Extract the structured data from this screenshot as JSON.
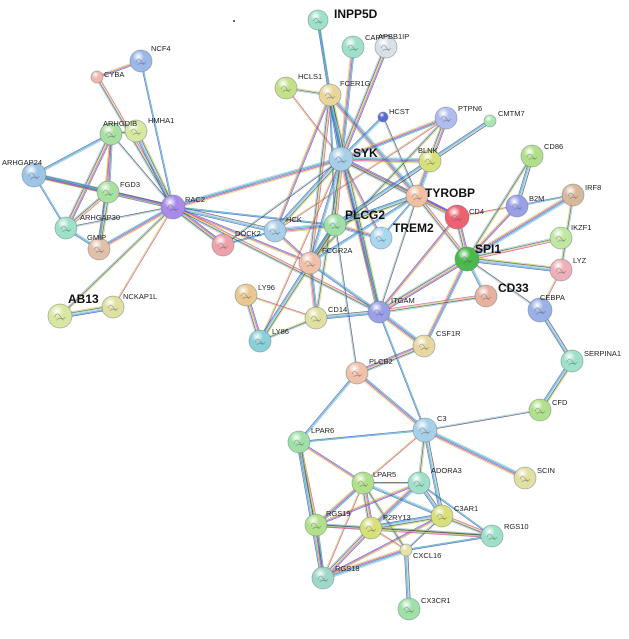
{
  "caption": "",
  "palette": {
    "edge_colors": [
      "#2aa7a7",
      "#3b55d1",
      "#e23b8b",
      "#b9d44a",
      "#4a4a4a",
      "#8cc0e6"
    ],
    "emphasis_label": "#111111"
  },
  "nodes": [
    {
      "id": "INPP5D",
      "label": "INPP5D",
      "bold": true,
      "color": "#9fe0c8"
    },
    {
      "id": "CARD9",
      "label": "CARD9",
      "bold": false,
      "color": "#9fe0c8"
    },
    {
      "id": "APBB1IP",
      "label": "APBB1IP",
      "bold": false,
      "color": "#d9e0e8"
    },
    {
      "id": "NCF4",
      "label": "NCF4",
      "bold": false,
      "color": "#9cb8e8"
    },
    {
      "id": "CYBA",
      "label": "CYBA",
      "bold": false,
      "color": "#f2b8b0"
    },
    {
      "id": "HCLS1",
      "label": "HCLS1",
      "bold": false,
      "color": "#c6e08a"
    },
    {
      "id": "FCER1G",
      "label": "FCER1G",
      "bold": false,
      "color": "#ead69a"
    },
    {
      "id": "HMHA1",
      "label": "HMHA1",
      "bold": false,
      "color": "#d7e8a0"
    },
    {
      "id": "ARHGDIB",
      "label": "ARHGDIB",
      "bold": false,
      "color": "#a8e0a0"
    },
    {
      "id": "HCST",
      "label": "HCST",
      "bold": false,
      "color": "#5a6ad8"
    },
    {
      "id": "PTPN6",
      "label": "PTPN6",
      "bold": false,
      "color": "#b0bcf0"
    },
    {
      "id": "CMTM7",
      "label": "CMTM7",
      "bold": false,
      "color": "#a8e8b0"
    },
    {
      "id": "ARHGAP24",
      "label": "ARHGAP24",
      "bold": false,
      "color": "#9ec4e6"
    },
    {
      "id": "SYK",
      "label": "SYK",
      "bold": true,
      "color": "#a8cfe8"
    },
    {
      "id": "BLNK",
      "label": "BLNK",
      "bold": false,
      "color": "#d8e07a"
    },
    {
      "id": "CD86",
      "label": "CD86",
      "bold": false,
      "color": "#b2e08a"
    },
    {
      "id": "FGD3",
      "label": "FGD3",
      "bold": false,
      "color": "#a8e0a0"
    },
    {
      "id": "RAC2",
      "label": "RAC2",
      "bold": false,
      "color": "#a98ae8"
    },
    {
      "id": "TYROBP",
      "label": "TYROBP",
      "bold": true,
      "color": "#f0c0a0"
    },
    {
      "id": "IRF8",
      "label": "IRF8",
      "bold": false,
      "color": "#d8b89a"
    },
    {
      "id": "ARHGAP30",
      "label": "ARHGAP30",
      "bold": false,
      "color": "#9fe0c8"
    },
    {
      "id": "CD4",
      "label": "CD4",
      "bold": false,
      "color": "#f06070"
    },
    {
      "id": "B2M",
      "label": "B2M",
      "bold": false,
      "color": "#9aa0e8"
    },
    {
      "id": "HCK",
      "label": "HCK",
      "bold": false,
      "color": "#a8cfe8"
    },
    {
      "id": "PLCG2",
      "label": "PLCG2",
      "bold": true,
      "color": "#9fe0a8"
    },
    {
      "id": "DOCK2",
      "label": "DOCK2",
      "bold": false,
      "color": "#f0a0a8"
    },
    {
      "id": "GMIP",
      "label": "GMIP",
      "bold": false,
      "color": "#e0c0a8"
    },
    {
      "id": "TREM2",
      "label": "TREM2",
      "bold": true,
      "color": "#a8d8f0"
    },
    {
      "id": "IKZF1",
      "label": "IKZF1",
      "bold": false,
      "color": "#c0e8a0"
    },
    {
      "id": "SPI1",
      "label": "SPI1",
      "bold": true,
      "color": "#4ab84a"
    },
    {
      "id": "FCGR2A",
      "label": "FCGR2A",
      "bold": false,
      "color": "#f0c0a8"
    },
    {
      "id": "LYZ",
      "label": "LYZ",
      "bold": false,
      "color": "#f0b0b8"
    },
    {
      "id": "AB13",
      "label": "AB13",
      "bold": true,
      "color": "#d8e8a0"
    },
    {
      "id": "NCKAP1L",
      "label": "NCKAP1L",
      "bold": false,
      "color": "#e0e0a0"
    },
    {
      "id": "LY96",
      "label": "LY96",
      "bold": false,
      "color": "#e8c890"
    },
    {
      "id": "CD33",
      "label": "CD33",
      "bold": true,
      "color": "#e8b0a0"
    },
    {
      "id": "CEBPA",
      "label": "CEBPA",
      "bold": false,
      "color": "#9ab0e8"
    },
    {
      "id": "ITGAM",
      "label": "ITGAM",
      "bold": false,
      "color": "#9aa0e8"
    },
    {
      "id": "CD14",
      "label": "CD14",
      "bold": false,
      "color": "#e0e0a0"
    },
    {
      "id": "LY86",
      "label": "LY86",
      "bold": false,
      "color": "#8ad0d8"
    },
    {
      "id": "CSF1R",
      "label": "CSF1R",
      "bold": false,
      "color": "#e8d8a0"
    },
    {
      "id": "SERPINA1",
      "label": "SERPINA1",
      "bold": false,
      "color": "#9fe0c8"
    },
    {
      "id": "PLCB2",
      "label": "PLCB2",
      "bold": false,
      "color": "#f0c0a8"
    },
    {
      "id": "CFD",
      "label": "CFD",
      "bold": false,
      "color": "#b2e08a"
    },
    {
      "id": "C3",
      "label": "C3",
      "bold": false,
      "color": "#a8cfe8"
    },
    {
      "id": "LPAR6",
      "label": "LPAR6",
      "bold": false,
      "color": "#9fe0a8"
    },
    {
      "id": "SCIN",
      "label": "SCIN",
      "bold": false,
      "color": "#e0e0a0"
    },
    {
      "id": "LPAR5",
      "label": "LPAR5",
      "bold": false,
      "color": "#b2e08a"
    },
    {
      "id": "ADORA3",
      "label": "ADORA3",
      "bold": false,
      "color": "#9fe0c8"
    },
    {
      "id": "C3AR1",
      "label": "C3AR1",
      "bold": false,
      "color": "#d8e07a"
    },
    {
      "id": "RGS19",
      "label": "RGS19",
      "bold": false,
      "color": "#b2e08a"
    },
    {
      "id": "P2RY13",
      "label": "P2RY13",
      "bold": false,
      "color": "#d8e07a"
    },
    {
      "id": "RGS10",
      "label": "RGS10",
      "bold": false,
      "color": "#9fe0c8"
    },
    {
      "id": "CXCL16",
      "label": "CXCL16",
      "bold": false,
      "color": "#e8e0a8"
    },
    {
      "id": "RGS18",
      "label": "RGS18",
      "bold": false,
      "color": "#9fd8c8"
    },
    {
      "id": "CX3CR1",
      "label": "CX3CR1",
      "bold": false,
      "color": "#9fe0a8"
    }
  ],
  "edges": [
    [
      "NCF4",
      "RAC2"
    ],
    [
      "NCF4",
      "CYBA"
    ],
    [
      "CYBA",
      "RAC2"
    ],
    [
      "HMHA1",
      "RAC2"
    ],
    [
      "ARHGDIB",
      "RAC2"
    ],
    [
      "ARHGDIB",
      "ARHGAP24"
    ],
    [
      "ARHGDIB",
      "FGD3"
    ],
    [
      "ARHGDIB",
      "ARHGAP30"
    ],
    [
      "ARHGDIB",
      "GMIP"
    ],
    [
      "ARHGDIB",
      "HMHA1"
    ],
    [
      "ARHGAP24",
      "RAC2"
    ],
    [
      "ARHGAP24",
      "FGD3"
    ],
    [
      "ARHGAP24",
      "ARHGAP30"
    ],
    [
      "FGD3",
      "RAC2"
    ],
    [
      "FGD3",
      "ARHGAP30"
    ],
    [
      "FGD3",
      "GMIP"
    ],
    [
      "ARHGAP30",
      "RAC2"
    ],
    [
      "ARHGAP30",
      "GMIP"
    ],
    [
      "GMIP",
      "RAC2"
    ],
    [
      "RAC2",
      "DOCK2"
    ],
    [
      "RAC2",
      "NCKAP1L"
    ],
    [
      "RAC2",
      "AB13"
    ],
    [
      "RAC2",
      "HCK"
    ],
    [
      "RAC2",
      "SYK"
    ],
    [
      "RAC2",
      "PLCG2"
    ],
    [
      "RAC2",
      "FCGR2A"
    ],
    [
      "RAC2",
      "ITGAM"
    ],
    [
      "AB13",
      "NCKAP1L"
    ],
    [
      "INPP5D",
      "SYK"
    ],
    [
      "INPP5D",
      "FCER1G"
    ],
    [
      "CARD9",
      "SYK"
    ],
    [
      "APBB1IP",
      "SYK"
    ],
    [
      "HCLS1",
      "SYK"
    ],
    [
      "HCLS1",
      "FCER1G"
    ],
    [
      "FCER1G",
      "SYK"
    ],
    [
      "FCER1G",
      "TYROBP"
    ],
    [
      "FCER1G",
      "PLCG2"
    ],
    [
      "FCER1G",
      "HCK"
    ],
    [
      "FCER1G",
      "FCGR2A"
    ],
    [
      "FCER1G",
      "ITGAM"
    ],
    [
      "HCST",
      "TYROBP"
    ],
    [
      "HCST",
      "SYK"
    ],
    [
      "PTPN6",
      "SYK"
    ],
    [
      "PTPN6",
      "BLNK"
    ],
    [
      "PTPN6",
      "HCK"
    ],
    [
      "PTPN6",
      "FCGR2A"
    ],
    [
      "CMTM7",
      "BLNK"
    ],
    [
      "SYK",
      "BLNK"
    ],
    [
      "SYK",
      "TYROBP"
    ],
    [
      "SYK",
      "TREM2"
    ],
    [
      "SYK",
      "PLCG2"
    ],
    [
      "SYK",
      "HCK"
    ],
    [
      "SYK",
      "DOCK2"
    ],
    [
      "SYK",
      "FCGR2A"
    ],
    [
      "SYK",
      "ITGAM"
    ],
    [
      "SYK",
      "CD4"
    ],
    [
      "SYK",
      "LY86"
    ],
    [
      "SYK",
      "CD14"
    ],
    [
      "BLNK",
      "PLCG2"
    ],
    [
      "BLNK",
      "TYROBP"
    ],
    [
      "TYROBP",
      "TREM2"
    ],
    [
      "TYROBP",
      "CD4"
    ],
    [
      "TYROBP",
      "SPI1"
    ],
    [
      "TYROBP",
      "PLCG2"
    ],
    [
      "TYROBP",
      "ITGAM"
    ],
    [
      "TYROBP",
      "FCGR2A"
    ],
    [
      "TREM2",
      "PLCG2"
    ],
    [
      "CD4",
      "SPI1"
    ],
    [
      "CD4",
      "B2M"
    ],
    [
      "CD86",
      "SPI1"
    ],
    [
      "CD86",
      "B2M"
    ],
    [
      "IRF8",
      "SPI1"
    ],
    [
      "IRF8",
      "B2M"
    ],
    [
      "B2M",
      "SPI1"
    ],
    [
      "IKZF1",
      "SPI1"
    ],
    [
      "SPI1",
      "LYZ"
    ],
    [
      "SPI1",
      "CEBPA"
    ],
    [
      "SPI1",
      "CD33"
    ],
    [
      "SPI1",
      "CSF1R"
    ],
    [
      "SPI1",
      "ITGAM"
    ],
    [
      "LYZ",
      "CEBPA"
    ],
    [
      "LYZ",
      "IRF8"
    ],
    [
      "CEBPA",
      "SERPINA1"
    ],
    [
      "HCK",
      "PLCG2"
    ],
    [
      "HCK",
      "DOCK2"
    ],
    [
      "HCK",
      "FCGR2A"
    ],
    [
      "PLCG2",
      "FCGR2A"
    ],
    [
      "PLCG2",
      "LY86"
    ],
    [
      "PLCG2",
      "PLCB2"
    ],
    [
      "FCGR2A",
      "ITGAM"
    ],
    [
      "FCGR2A",
      "CD14"
    ],
    [
      "LY96",
      "LY86"
    ],
    [
      "LY96",
      "CD14"
    ],
    [
      "LY86",
      "CD14"
    ],
    [
      "CD14",
      "ITGAM"
    ],
    [
      "ITGAM",
      "CSF1R"
    ],
    [
      "ITGAM",
      "C3"
    ],
    [
      "ITGAM",
      "CD4"
    ],
    [
      "ITGAM",
      "CD33"
    ],
    [
      "SERPINA1",
      "CFD"
    ],
    [
      "CFD",
      "C3"
    ],
    [
      "PLCB2",
      "LPAR6"
    ],
    [
      "PLCB2",
      "C3"
    ],
    [
      "PLCB2",
      "CSF1R"
    ],
    [
      "C3",
      "LPAR5"
    ],
    [
      "C3",
      "ADORA3"
    ],
    [
      "C3",
      "C3AR1"
    ],
    [
      "C3",
      "SCIN"
    ],
    [
      "C3",
      "LPAR6"
    ],
    [
      "LPAR6",
      "LPAR5"
    ],
    [
      "LPAR6",
      "RGS19"
    ],
    [
      "LPAR6",
      "RGS18"
    ],
    [
      "LPAR5",
      "ADORA3"
    ],
    [
      "LPAR5",
      "C3AR1"
    ],
    [
      "LPAR5",
      "RGS19"
    ],
    [
      "LPAR5",
      "P2RY13"
    ],
    [
      "LPAR5",
      "RGS18"
    ],
    [
      "LPAR5",
      "CXCL16"
    ],
    [
      "ADORA3",
      "C3AR1"
    ],
    [
      "ADORA3",
      "P2RY13"
    ],
    [
      "ADORA3",
      "RGS10"
    ],
    [
      "ADORA3",
      "RGS19"
    ],
    [
      "C3AR1",
      "RGS10"
    ],
    [
      "C3AR1",
      "P2RY13"
    ],
    [
      "C3AR1",
      "CXCL16"
    ],
    [
      "RGS19",
      "P2RY13"
    ],
    [
      "RGS19",
      "RGS18"
    ],
    [
      "P2RY13",
      "RGS18"
    ],
    [
      "P2RY13",
      "CXCL16"
    ],
    [
      "P2RY13",
      "RGS10"
    ],
    [
      "CXCL16",
      "CX3CR1"
    ],
    [
      "CXCL16",
      "RGS18"
    ],
    [
      "CXCL16",
      "RGS10"
    ],
    [
      "RGS18",
      "C3AR1"
    ],
    [
      "RGS10",
      "RGS19"
    ]
  ]
}
